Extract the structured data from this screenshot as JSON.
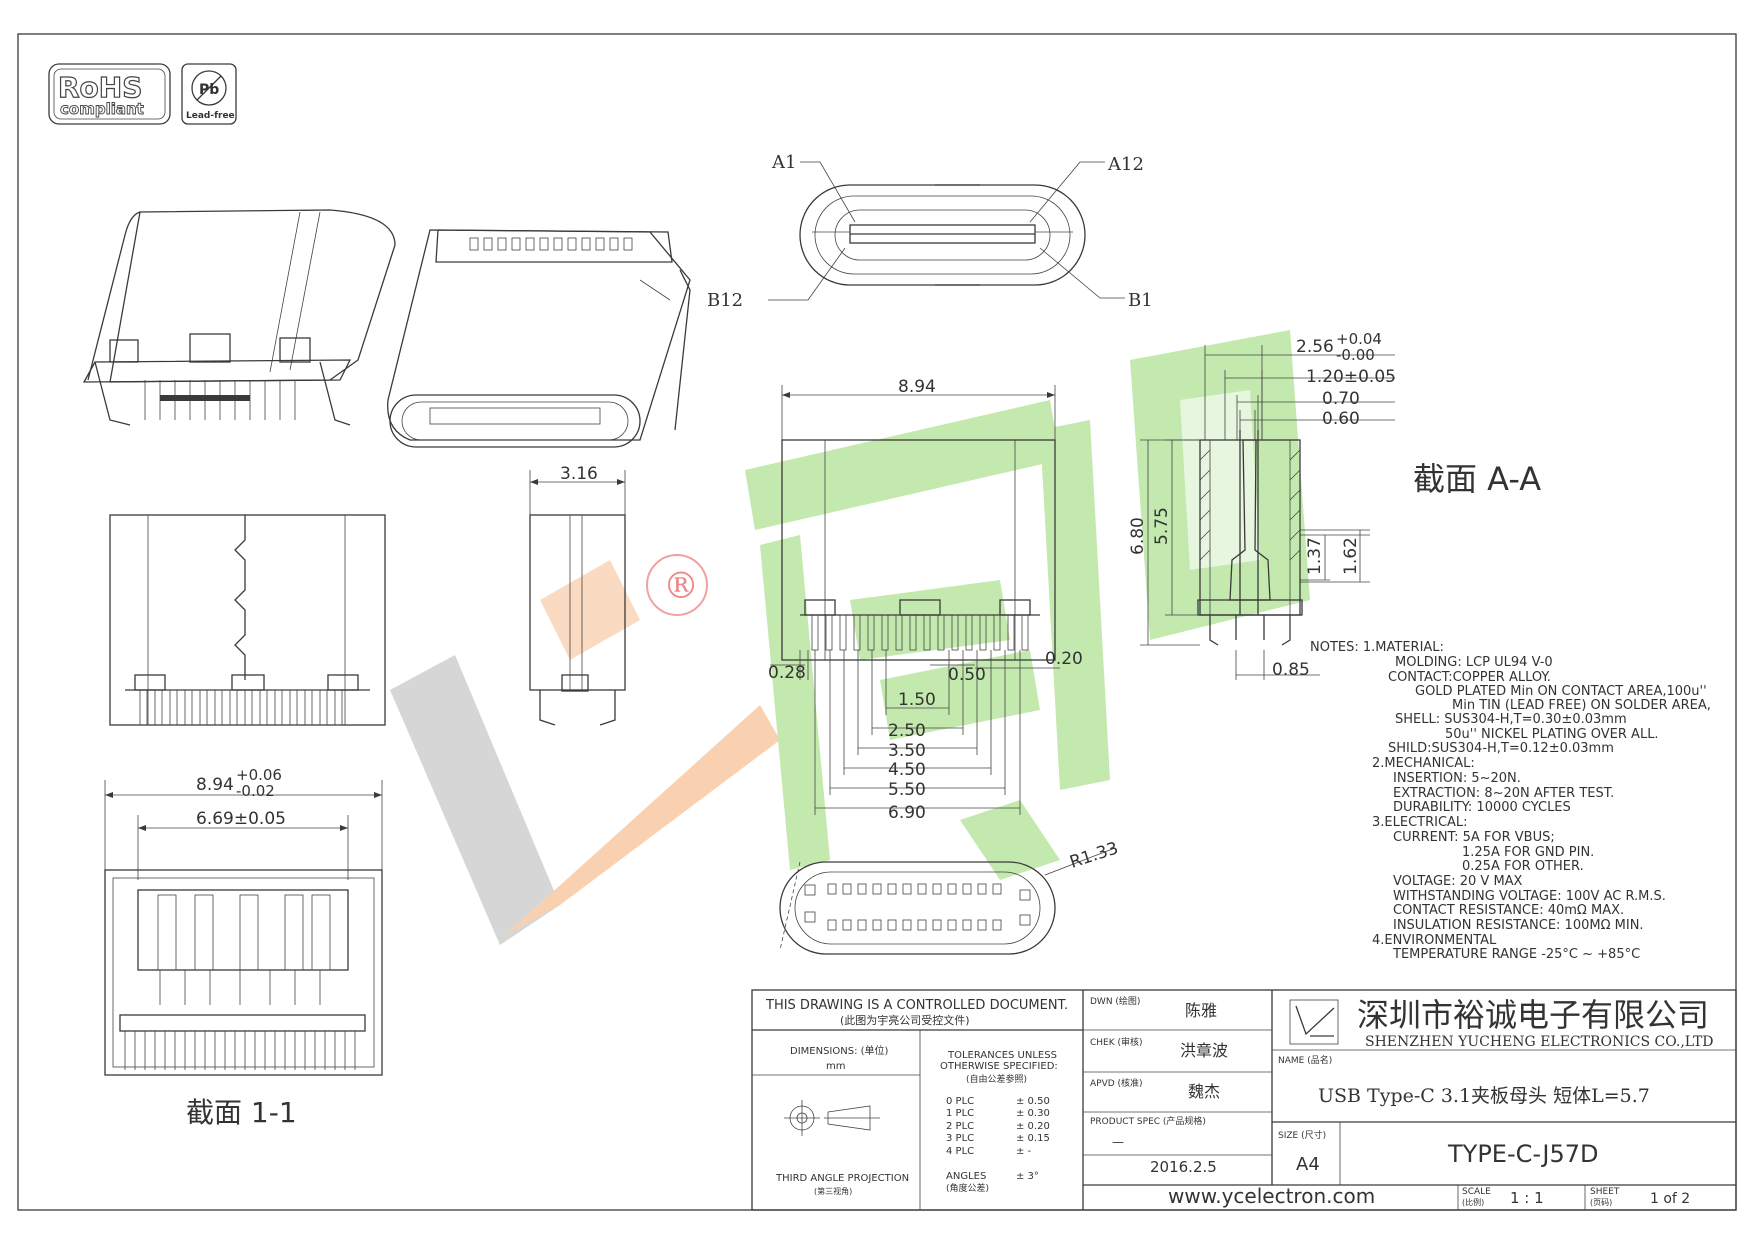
{
  "badges": {
    "rohs_line1": "RoHS",
    "rohs_line2": "compliant",
    "pb_symbol": "Pb",
    "pb_text": "Lead-free"
  },
  "watermark": {
    "registered": "®",
    "colors": {
      "gray": "#c8c8c8",
      "orange": "#f6b889",
      "green": "#a8dc8a"
    }
  },
  "pins": {
    "a1": "A1",
    "a12": "A12",
    "b12": "B12",
    "b1": "B1"
  },
  "front_view": {
    "width": "8.94",
    "pitch": "0.50",
    "pin_width": "0.20",
    "edge": "0.28",
    "span_150": "1.50",
    "span_250": "2.50",
    "span_350": "3.50",
    "span_450": "4.50",
    "span_550": "5.50",
    "span_690": "6.90",
    "radius": "R1.33"
  },
  "side_view": {
    "width": "3.16"
  },
  "top_view": {
    "width": "8.94",
    "width_tol_plus": "+0.06",
    "width_tol_minus": "-0.02",
    "inner": "6.69±0.05",
    "section": "截面   1-1"
  },
  "section_aa": {
    "title": "截面 A-A",
    "d256": "2.56",
    "d256_tol_plus": "+0.04",
    "d256_tol_minus": "-0.00",
    "d120": "1.20±0.05",
    "d070": "0.70",
    "d060": "0.60",
    "d680": "6.80",
    "d575": "5.75",
    "d137": "1.37",
    "d162": "1.62",
    "d085": "0.85"
  },
  "notes": [
    "NOTES:  1.MATERIAL:",
    "MOLDING:  LCP  UL94  V-0",
    "CONTACT:COPPER  ALLOY.",
    "GOLD  PLATED  Min  ON  CONTACT  AREA,100u''",
    "Min  TIN  (LEAD  FREE)  ON  SOLDER  AREA,",
    "SHELL:  SUS304-H,T=0.30±0.03mm",
    "50u''  NICKEL  PLATING  OVER  ALL.",
    "SHILD:SUS304-H,T=0.12±0.03mm",
    "2.MECHANICAL:",
    "INSERTION:  5~20N.",
    "EXTRACTION:  8~20N  AFTER  TEST.",
    "DURABILITY:  10000  CYCLES",
    "3.ELECTRICAL:",
    "CURRENT:  5A  FOR  VBUS;",
    "1.25A  FOR  GND  PIN.",
    "0.25A  FOR  OTHER.",
    "VOLTAGE:  20  V  MAX",
    "WITHSTANDING  VOLTAGE:  100V  AC  R.M.S.",
    "CONTACT  RESISTANCE:  40mΩ  MAX.",
    "INSULATION  RESISTANCE:  100MΩ  MIN.",
    "4.ENVIRONMENTAL",
    "TEMPERATURE  RANGE  -25°C  ~  +85°C"
  ],
  "title_block": {
    "controlled": "THIS  DRAWING  IS  A  CONTROLLED  DOCUMENT.",
    "controlled_cn": "(此图为宇亮公司受控文件)",
    "dimensions": "DIMENSIONS: (单位)",
    "dim_unit": "mm",
    "tolerances": "TOLERANCES  UNLESS",
    "otherwise": "OTHERWISE  SPECIFIED:",
    "tol_cn": "(自由公差参照)",
    "tol_rows": [
      {
        "plc": "0  PLC",
        "val": "± 0.50"
      },
      {
        "plc": "1  PLC",
        "val": "± 0.30"
      },
      {
        "plc": "2  PLC",
        "val": "± 0.20"
      },
      {
        "plc": "3  PLC",
        "val": "± 0.15"
      },
      {
        "plc": "4  PLC",
        "val": "± -"
      }
    ],
    "angles": "ANGLES",
    "angles_val": "± 3°",
    "angles_cn": "(角度公差)",
    "projection": "THIRD  ANGLE  PROJECTION",
    "projection_cn": "(第三视角)",
    "dwn_label": "DWN (绘图)",
    "dwn": "陈雅",
    "chek_label": "CHEK (审核)",
    "chek": "洪章波",
    "apvd_label": "APVD (核准)",
    "apvd": "魏杰",
    "spec_label": "PRODUCT  SPEC (产品规格)",
    "spec": "—",
    "date": "2016.2.5",
    "website": "www.ycelectron.com",
    "company_cn": "深圳市裕诚电子有限公司",
    "company_en": "SHENZHEN  YUCHENG  ELECTRONICS  CO.,LTD",
    "name_label": "NAME (品名)",
    "name": "USB Type-C 3.1夹板母头 短体L=5.7",
    "size_label": "SIZE (尺寸)",
    "size": "A4",
    "part_no": "TYPE-C-J57D",
    "scale_label": "SCALE",
    "scale_cn": "(比例)",
    "scale": "1 : 1",
    "sheet_label": "SHEET",
    "sheet_cn": "(页码)",
    "sheet": "1 of 2"
  }
}
